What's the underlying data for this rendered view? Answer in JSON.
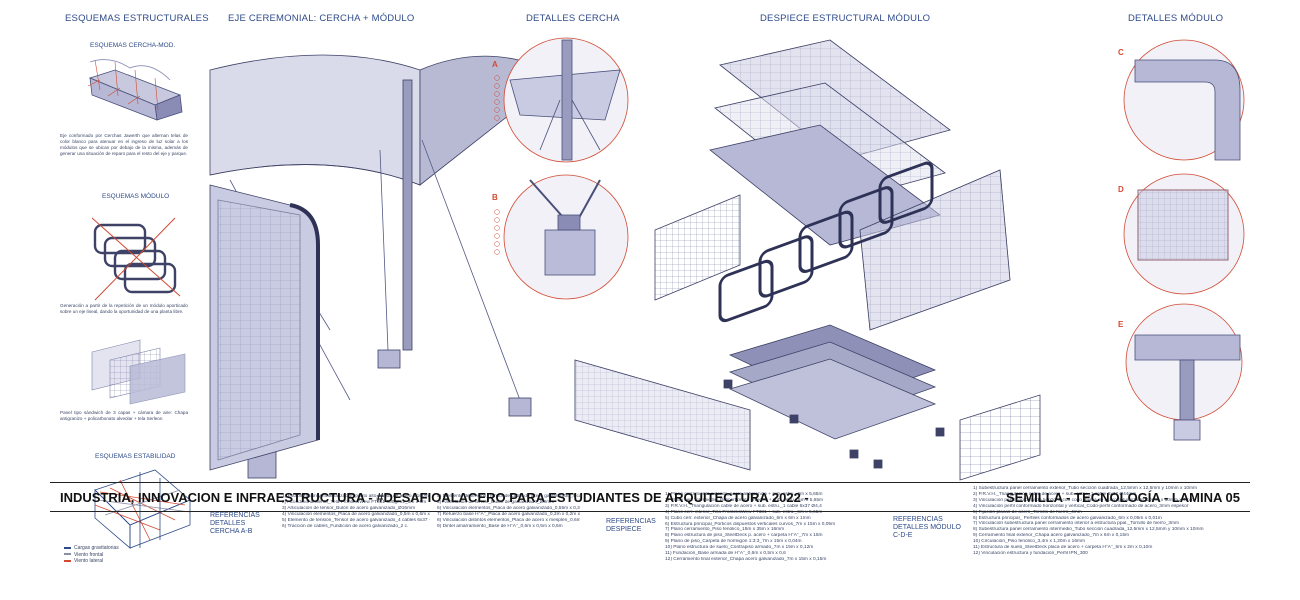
{
  "headers": {
    "esquemas_estructurales": "ESQUEMAS ESTRUCTURALES",
    "eje_ceremonial": "EJE CEREMONIAL: CERCHA + MÓDULO",
    "detalles_cercha": "DETALLES CERCHA",
    "despiece": "DESPIECE ESTRUCTURAL MÓDULO",
    "detalles_modulo": "DETALLES MÓDULO"
  },
  "left": {
    "sub_cercha_mod": "ESQUEMAS CERCHA-MOD.",
    "para_cercha": "Eje conformado por Cerchas Jawerth que alternan telas de color blanco para atenuar en el ingreso de luz solar a los módulos que se ubican por debajo de la misma, además de generar una situación de reparo para el resto del eje y parque.",
    "sub_modulo": "ESQUEMAS MÓDULO",
    "para_modulo": "Generación a partir de la repetición de un módulo aporticado sobre un eje lineal, dando la oportunidad de una planta libre.",
    "para_panel": "Panel tipo sándwich de 3 capas + cámara de aire: Chapa antigranizo + policarbonato alveolar + tela Serleon",
    "sub_estabilidad": "ESQUEMAS ESTABILIDAD",
    "legend": [
      {
        "label": "Cargas gravitatorias",
        "color": "#2f4b8a"
      },
      {
        "label": "Viento frontal",
        "color": "#8a8fa8"
      },
      {
        "label": "Viento lateral",
        "color": "#d24a33"
      }
    ]
  },
  "detail_letters": [
    "A",
    "B",
    "C",
    "D",
    "E"
  ],
  "references": {
    "ab": "REFERENCIAS DETALLES CERCHA A-B",
    "despiece": "REFERENCIAS DESPIECE",
    "cde": "REFERENCIAS DETALLES MÓDULO C-D-E"
  },
  "notes_ab_col1": [
    "1) Estabilización y materialización punto alto_Mástil de acero Ø160mm",
    "2) Acondicionamiento_Tela FronteksWew FT381 600g/m2_3m x 6m",
    "3) Articulación de tensor_Bulón de acero galvanizado_Ø16mm",
    "4) Vinculación elementos_Placa de acero galvanizado_0,5m x 0,6m x 6mm",
    "5) Elemento de tensión_Tensor de acero galvanizado_4 cables 6x37 + 1 Ø44mm (344400kg)",
    "6) Tracción de cables_Fundición de acero galvanizado_2 c."
  ],
  "notes_ab_col2": [
    "5) Elemento de tensión_Tensor de cable de acero galvanizado_4 cables de 6x37 + 1 Ø44mm (344400kg)",
    "3) Articulación de tensor_Bulón de galvanizado_Ø8mm",
    "6) Vinculación elementos_Placa de acero galvanizado_0,55m x 0,3m x 6mm",
    "7) Refuerzo base H°A°_Placa de acero galvanizado_0,3m x 0,2m x 4mm",
    "8) Vinculación distintos elementos_Placa de acero x mesplen_0,6m x 40mm",
    "9) Dintel amarramiento_Base de H°A°_0,6m x 0,5m x 0,6m"
  ],
  "notes_despiece": [
    "1) Plano cerramiento exterior_Acero antigranizo + sub. estru._6m x 5,65m",
    "2) Plano cerr. intermedio_Policarbonato alveolar + sub. estru._6m x 5,65m",
    "3) P.R.V.H._Triangulación cable de acero + sub. estru._1 cable 6x37 Ø4,4",
    "4) Plano cerr. interior_Tela FronteksWew FT381 + sub. estru._6m x 5,65m",
    "5) Cubo cerr. exterior_Chapa de acero galvanizado_6m x 6m x 1mm",
    "6) Estructura principal_Pórticos dispuestos verticales curvos_7m x 15m x 0,05m",
    "7) Plano cerramiento_Piso fenólico_15m x 35m x 16mm",
    "8) Plano estructura de piso_SteelDeck p. acero + carpeta H°A°_7m x 15m",
    "9) Plano de piso_Carpeta de hormigón 1:3:3_7m x 15m x 0,04m",
    "10) Plano estructura de suelo_Contrapiso armado_7m x 15m x 0,12m",
    "11) Fundación_Base armada de H°A°_0,6m x 0,5m x 0,6",
    "12) Cerramiento final exterior_Chapa acero galvanizado_7m x 15m x 0,15m"
  ],
  "notes_cde": [
    "1) Subestructura panel cerramiento exterior_Tubo sección cuadrada_12,5mm x 12,5mm y 10mm x 10mm",
    "2) P.R.V.H._Triangulación cable de acero + sub. estru._1 cable 6x37 Ø44mm",
    "3) Vinculación perfil conformado horizont. con codo_Placa de acero galvanizado_10mm x 10mm x 4mm",
    "4) Vinculación perfil conformado horizontal y vertical_Codo-perfil conformado de acero_3mm espesor",
    "5) Fijación placas de acero_Tornillo de hierro_4mm",
    "6) Estructura principal_ Perfiles conformados de acero galvanizado_6m x 0,05m x 0,01m",
    "7) Vinculación subestructura panel cerramiento interior a estructura ppal._Tornillo de hierro_3mm",
    "8) Subestructura panel cerramiento intermedio_Tubo sección cuadrada_12,5mm x 12,5mm y 10mm x 10mm",
    "9) Cerramiento final exterior_Chapa acero galvanizado_7m x 6m x 0,15m",
    "10) Circulación_Piso fenólico_3,4m x 1,20m x 16mm",
    "11) Estructura de suelo_SteelDeck placa de acero + carpeta H°A°_6m x 2m x 0,10m",
    "12) Vinculación estructura y fundación_Perfil IPN_300"
  ],
  "footer": {
    "left": "INDUSTRIA, INNOVACION E INFRAESTRUCTURA - #DESAFIOALACERO PARA ESTUDIANTES DE ARQUITECTURA 2022 -",
    "right": "SEMILLA - TECNOLOGÍA - LAMINA 05"
  }
}
